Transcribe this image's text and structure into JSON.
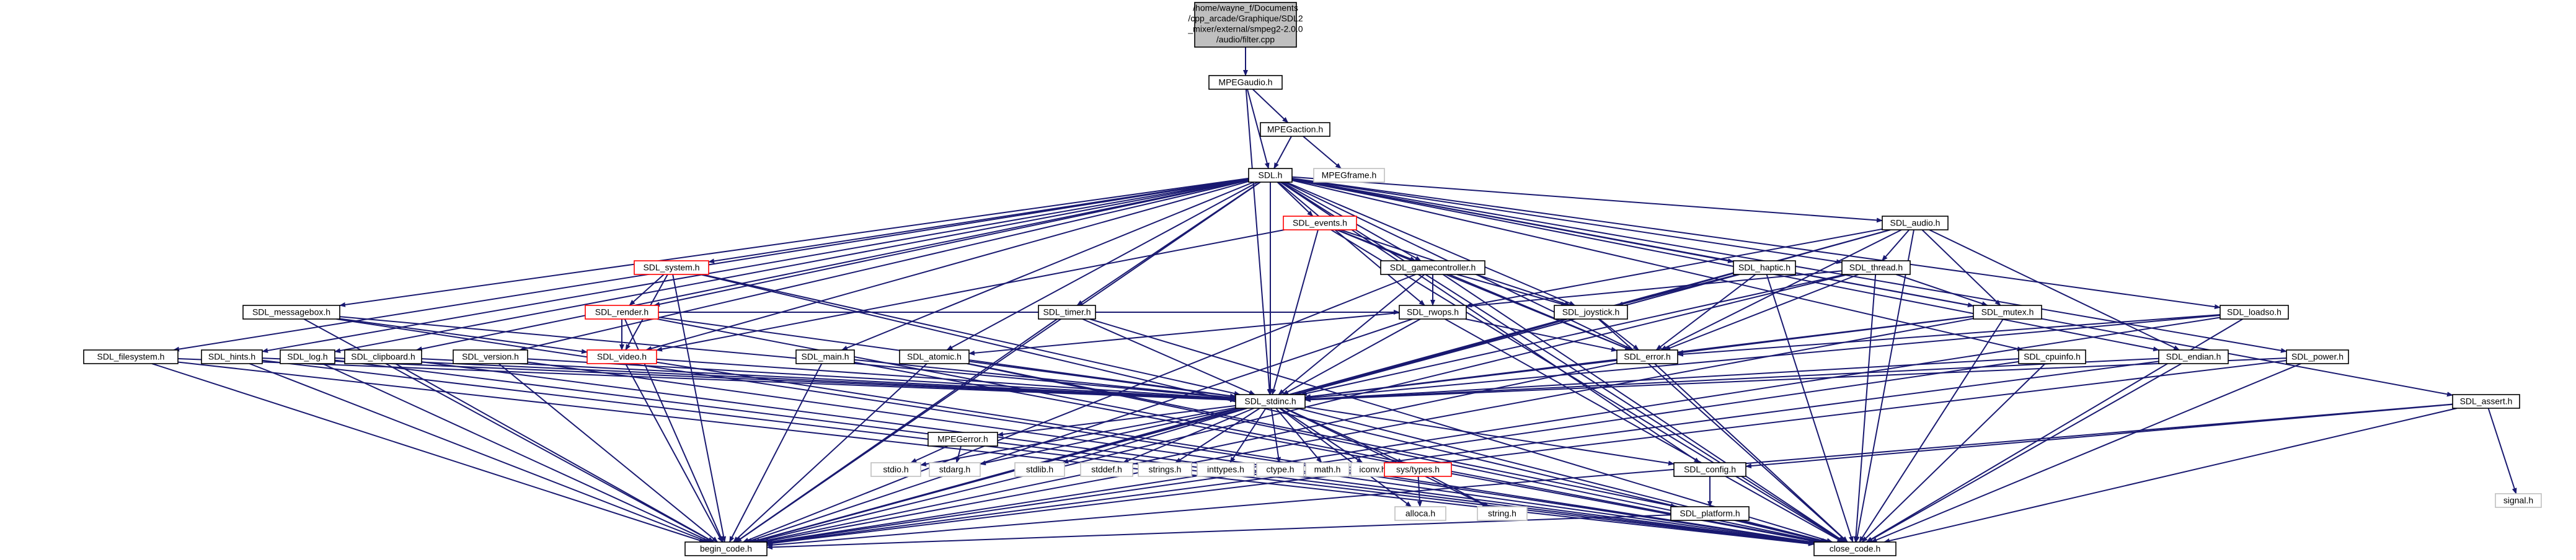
{
  "root_lines": [
    "/home/wayne_f/Documents",
    "/cpp_arcade/Graphique/SDL2",
    "_mixer/external/smpeg2-2.0.0",
    "/audio/filter.cpp"
  ],
  "nodes": {
    "mpegaudio": "MPEGaudio.h",
    "mpegaction": "MPEGaction.h",
    "mpegframe": "MPEGframe.h",
    "sdl": "SDL.h",
    "events": "SDL_events.h",
    "system": "SDL_system.h",
    "render": "SDL_render.h",
    "video": "SDL_video.h",
    "messagebox": "SDL_messagebox.h",
    "filesystem": "SDL_filesystem.h",
    "hints": "SDL_hints.h",
    "log": "SDL_log.h",
    "clipboard": "SDL_clipboard.h",
    "version": "SDL_version.h",
    "main": "SDL_main.h",
    "timer": "SDL_timer.h",
    "atomic": "SDL_atomic.h",
    "gamecontroller": "SDL_gamecontroller.h",
    "rwops": "SDL_rwops.h",
    "joystick": "SDL_joystick.h",
    "haptic": "SDL_haptic.h",
    "audio": "SDL_audio.h",
    "thread": "SDL_thread.h",
    "mutex": "SDL_mutex.h",
    "error": "SDL_error.h",
    "cpuinfo": "SDL_cpuinfo.h",
    "endian": "SDL_endian.h",
    "loadso": "SDL_loadso.h",
    "power": "SDL_power.h",
    "assert": "SDL_assert.h",
    "stdinc": "SDL_stdinc.h",
    "mpegerror": "MPEGerror.h",
    "stdio": "stdio.h",
    "stdarg": "stdarg.h",
    "stdlib": "stdlib.h",
    "stddef": "stddef.h",
    "strings": "strings.h",
    "inttypes": "inttypes.h",
    "ctype": "ctype.h",
    "math": "math.h",
    "iconv": "iconv.h",
    "systypes": "sys/types.h",
    "config": "SDL_config.h",
    "platform": "SDL_platform.h",
    "alloca": "alloca.h",
    "string": "string.h",
    "begin": "begin_code.h",
    "close": "close_code.h",
    "signal": "signal.h"
  },
  "node_styles": {
    "red": [
      "events",
      "system",
      "render",
      "video",
      "systypes"
    ],
    "grey": [
      "mpegframe",
      "stdio",
      "stdarg",
      "stdlib",
      "stddef",
      "strings",
      "inttypes",
      "ctype",
      "math",
      "iconv",
      "alloca",
      "string",
      "signal"
    ]
  },
  "edges": [
    [
      "root",
      "mpegaudio"
    ],
    [
      "mpegaudio",
      "mpegaction"
    ],
    [
      "mpegaudio",
      "sdl"
    ],
    [
      "mpegaudio",
      "stdinc"
    ],
    [
      "mpegaction",
      "sdl"
    ],
    [
      "mpegaction",
      "mpegframe"
    ],
    [
      "sdl",
      "events"
    ],
    [
      "sdl",
      "system"
    ],
    [
      "sdl",
      "render"
    ],
    [
      "sdl",
      "video"
    ],
    [
      "sdl",
      "messagebox"
    ],
    [
      "sdl",
      "filesystem"
    ],
    [
      "sdl",
      "hints"
    ],
    [
      "sdl",
      "log"
    ],
    [
      "sdl",
      "clipboard"
    ],
    [
      "sdl",
      "version"
    ],
    [
      "sdl",
      "main"
    ],
    [
      "sdl",
      "timer"
    ],
    [
      "sdl",
      "atomic"
    ],
    [
      "sdl",
      "gamecontroller"
    ],
    [
      "sdl",
      "rwops"
    ],
    [
      "sdl",
      "joystick"
    ],
    [
      "sdl",
      "haptic"
    ],
    [
      "sdl",
      "audio"
    ],
    [
      "sdl",
      "thread"
    ],
    [
      "sdl",
      "mutex"
    ],
    [
      "sdl",
      "error"
    ],
    [
      "sdl",
      "cpuinfo"
    ],
    [
      "sdl",
      "endian"
    ],
    [
      "sdl",
      "loadso"
    ],
    [
      "sdl",
      "power"
    ],
    [
      "sdl",
      "assert"
    ],
    [
      "sdl",
      "stdinc"
    ],
    [
      "sdl",
      "begin"
    ],
    [
      "sdl",
      "close"
    ],
    [
      "sdl",
      "config"
    ],
    [
      "events",
      "video"
    ],
    [
      "events",
      "gamecontroller"
    ],
    [
      "events",
      "joystick"
    ],
    [
      "events",
      "error"
    ],
    [
      "events",
      "stdinc"
    ],
    [
      "events",
      "close"
    ],
    [
      "system",
      "render"
    ],
    [
      "system",
      "video"
    ],
    [
      "system",
      "stdinc"
    ],
    [
      "system",
      "begin"
    ],
    [
      "system",
      "close"
    ],
    [
      "render",
      "video"
    ],
    [
      "render",
      "rwops"
    ],
    [
      "render",
      "stdinc"
    ],
    [
      "render",
      "begin"
    ],
    [
      "render",
      "close"
    ],
    [
      "video",
      "stdinc"
    ],
    [
      "video",
      "begin"
    ],
    [
      "video",
      "close"
    ],
    [
      "messagebox",
      "video"
    ],
    [
      "messagebox",
      "stdinc"
    ],
    [
      "messagebox",
      "begin"
    ],
    [
      "messagebox",
      "close"
    ],
    [
      "filesystem",
      "stdinc"
    ],
    [
      "filesystem",
      "begin"
    ],
    [
      "filesystem",
      "close"
    ],
    [
      "hints",
      "stdinc"
    ],
    [
      "hints",
      "begin"
    ],
    [
      "hints",
      "close"
    ],
    [
      "log",
      "stdinc"
    ],
    [
      "log",
      "begin"
    ],
    [
      "log",
      "close"
    ],
    [
      "clipboard",
      "stdinc"
    ],
    [
      "clipboard",
      "begin"
    ],
    [
      "clipboard",
      "close"
    ],
    [
      "version",
      "stdinc"
    ],
    [
      "version",
      "begin"
    ],
    [
      "version",
      "close"
    ],
    [
      "main",
      "stdinc"
    ],
    [
      "main",
      "begin"
    ],
    [
      "main",
      "close"
    ],
    [
      "timer",
      "stdinc"
    ],
    [
      "timer",
      "begin"
    ],
    [
      "timer",
      "close"
    ],
    [
      "atomic",
      "stdinc"
    ],
    [
      "atomic",
      "platform"
    ],
    [
      "atomic",
      "begin"
    ],
    [
      "atomic",
      "close"
    ],
    [
      "gamecontroller",
      "rwops"
    ],
    [
      "gamecontroller",
      "joystick"
    ],
    [
      "gamecontroller",
      "error"
    ],
    [
      "gamecontroller",
      "stdinc"
    ],
    [
      "gamecontroller",
      "begin"
    ],
    [
      "gamecontroller",
      "close"
    ],
    [
      "rwops",
      "stdinc"
    ],
    [
      "rwops",
      "error"
    ],
    [
      "rwops",
      "begin"
    ],
    [
      "rwops",
      "close"
    ],
    [
      "joystick",
      "error"
    ],
    [
      "joystick",
      "stdinc"
    ],
    [
      "joystick",
      "begin"
    ],
    [
      "joystick",
      "close"
    ],
    [
      "haptic",
      "joystick"
    ],
    [
      "haptic",
      "error"
    ],
    [
      "haptic",
      "stdinc"
    ],
    [
      "haptic",
      "begin"
    ],
    [
      "haptic",
      "close"
    ],
    [
      "audio",
      "rwops"
    ],
    [
      "audio",
      "thread"
    ],
    [
      "audio",
      "mutex"
    ],
    [
      "audio",
      "endian"
    ],
    [
      "audio",
      "error"
    ],
    [
      "audio",
      "stdinc"
    ],
    [
      "audio",
      "begin"
    ],
    [
      "audio",
      "close"
    ],
    [
      "thread",
      "atomic"
    ],
    [
      "thread",
      "mutex"
    ],
    [
      "thread",
      "error"
    ],
    [
      "thread",
      "stdinc"
    ],
    [
      "thread",
      "begin"
    ],
    [
      "thread",
      "close"
    ],
    [
      "mutex",
      "error"
    ],
    [
      "mutex",
      "stdinc"
    ],
    [
      "mutex",
      "begin"
    ],
    [
      "mutex",
      "close"
    ],
    [
      "error",
      "stdinc"
    ],
    [
      "error",
      "begin"
    ],
    [
      "error",
      "close"
    ],
    [
      "cpuinfo",
      "stdinc"
    ],
    [
      "cpuinfo",
      "begin"
    ],
    [
      "cpuinfo",
      "close"
    ],
    [
      "endian",
      "stdinc"
    ],
    [
      "endian",
      "begin"
    ],
    [
      "endian",
      "close"
    ],
    [
      "loadso",
      "error"
    ],
    [
      "loadso",
      "stdinc"
    ],
    [
      "loadso",
      "begin"
    ],
    [
      "loadso",
      "close"
    ],
    [
      "power",
      "stdinc"
    ],
    [
      "power",
      "begin"
    ],
    [
      "power",
      "close"
    ],
    [
      "assert",
      "config"
    ],
    [
      "assert",
      "signal"
    ],
    [
      "assert",
      "begin"
    ],
    [
      "assert",
      "close"
    ],
    [
      "stdinc",
      "mpegerror"
    ],
    [
      "stdinc",
      "stdio"
    ],
    [
      "stdinc",
      "stdarg"
    ],
    [
      "stdinc",
      "stdlib"
    ],
    [
      "stdinc",
      "stddef"
    ],
    [
      "stdinc",
      "strings"
    ],
    [
      "stdinc",
      "inttypes"
    ],
    [
      "stdinc",
      "ctype"
    ],
    [
      "stdinc",
      "math"
    ],
    [
      "stdinc",
      "iconv"
    ],
    [
      "stdinc",
      "systypes"
    ],
    [
      "stdinc",
      "config"
    ],
    [
      "stdinc",
      "alloca"
    ],
    [
      "stdinc",
      "string"
    ],
    [
      "stdinc",
      "begin"
    ],
    [
      "stdinc",
      "close"
    ],
    [
      "mpegerror",
      "stdio"
    ],
    [
      "mpegerror",
      "stdarg"
    ],
    [
      "systypes",
      "alloca"
    ],
    [
      "systypes",
      "string"
    ],
    [
      "config",
      "platform"
    ],
    [
      "platform",
      "begin"
    ],
    [
      "platform",
      "close"
    ]
  ]
}
